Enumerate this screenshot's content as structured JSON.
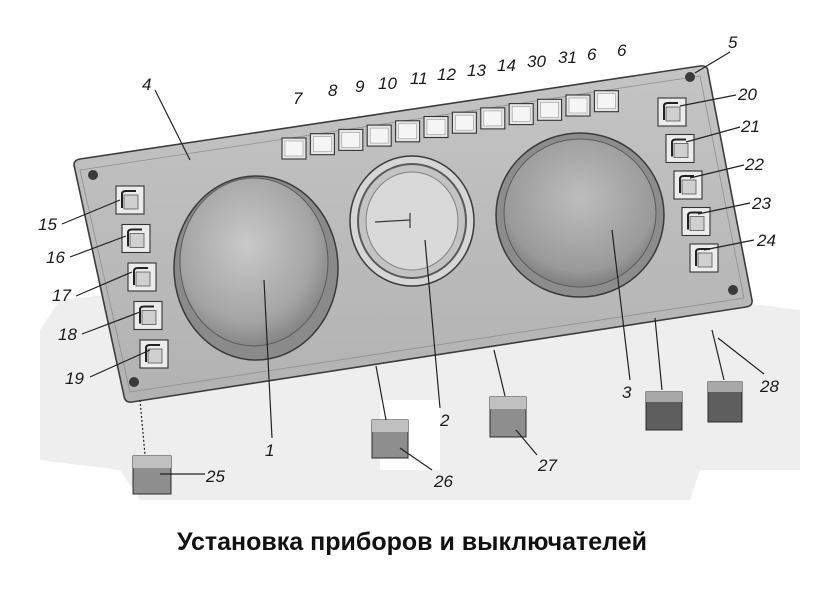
{
  "caption": "Установка приборов и выключателей",
  "labels": {
    "l1": "1",
    "l2": "2",
    "l3": "3",
    "l4": "4",
    "l5": "5",
    "l6a": "6",
    "l6b": "6",
    "l7": "7",
    "l8": "8",
    "l9": "9",
    "l10": "10",
    "l11": "11",
    "l12": "12",
    "l13": "13",
    "l14": "14",
    "l30": "30",
    "l31": "31",
    "l15": "15",
    "l16": "16",
    "l17": "17",
    "l18": "18",
    "l19": "19",
    "l20": "20",
    "l21": "21",
    "l22": "22",
    "l23": "23",
    "l24": "24",
    "l25": "25",
    "l26": "26",
    "l27": "27",
    "l28": "28"
  }
}
